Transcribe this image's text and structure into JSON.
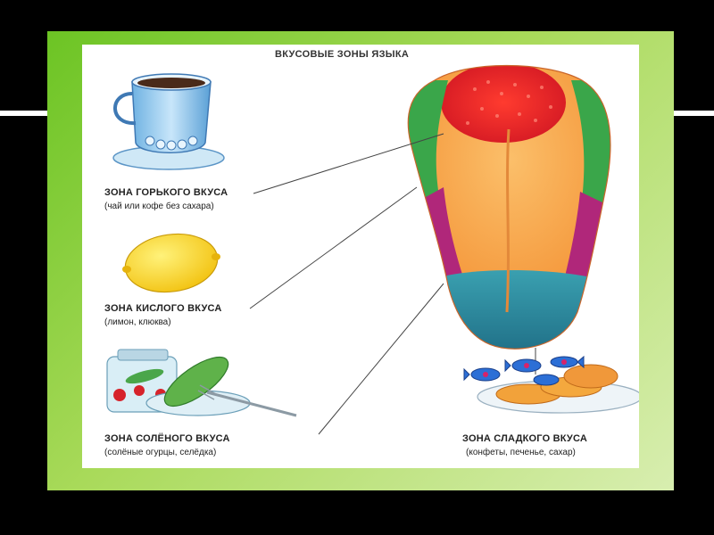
{
  "diagram": {
    "title": "ВКУСОВЫЕ ЗОНЫ ЯЗЫКА",
    "zones": [
      {
        "id": "bitter",
        "title": "ЗОНА ГОРЬКОГО ВКУСА",
        "subtitle": "(чай или кофе без сахара)",
        "color": "#e8222a"
      },
      {
        "id": "sour",
        "title": "ЗОНА КИСЛОГО ВКУСА",
        "subtitle": "(лимон, клюква)",
        "color": "#3aa64a"
      },
      {
        "id": "salty",
        "title": "ЗОНА СОЛЁНОГО ВКУСА",
        "subtitle": "(солёные огурцы, селёдка)",
        "color": "#b0277a"
      },
      {
        "id": "sweet",
        "title": "ЗОНА СЛАДКОГО ВКУСА",
        "subtitle": "(конфеты, печенье, сахар)",
        "color": "#2f8fa0"
      }
    ],
    "accent_colors": {
      "slide_green": "#6cc424",
      "tongue_orange": "#f7a24a",
      "tongue_red": "#e8222a",
      "tongue_green": "#3aa64a",
      "tongue_purple": "#b0277a",
      "tongue_teal": "#2f8fa0",
      "lemon_yellow": "#f7d21a",
      "cup_blue": "#8ec4e8"
    }
  }
}
